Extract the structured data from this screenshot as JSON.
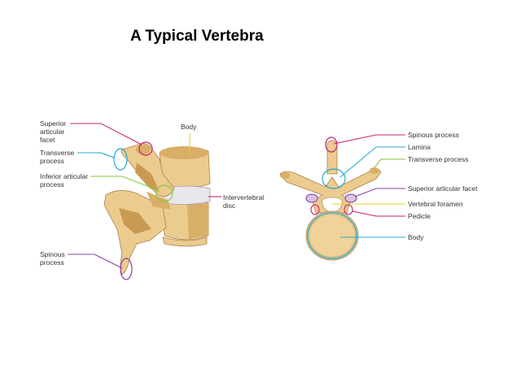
{
  "title": "A Typical Vertebra",
  "colors": {
    "magenta": "#c4246e",
    "cyan": "#21a9cf",
    "lime": "#8cc63f",
    "yellow": "#e9d320",
    "purple": "#8e3fa3",
    "bone": "#eccb8e",
    "disc": "#e9e6ec"
  },
  "lateral_view": {
    "labels": {
      "superior_articular_facet": [
        "Superior",
        "articular",
        "facet"
      ],
      "transverse_process": [
        "Transverse",
        "process"
      ],
      "inferior_articular_process": [
        "Inferior articular",
        "process"
      ],
      "spinous_process": [
        "Spinous",
        "process"
      ],
      "body": [
        "Body"
      ],
      "intervertebral_disc": [
        "Intervertebral",
        "disc"
      ]
    }
  },
  "superior_view": {
    "labels": {
      "spinous_process": "Spinous process",
      "lamina": "Lamina",
      "transverse_process": "Transverse process",
      "superior_articular_facet": "Superior articular facet",
      "vertebral_foramen": "Vertebral foramen",
      "pedicle": "Pedicle",
      "body": "Body"
    }
  }
}
